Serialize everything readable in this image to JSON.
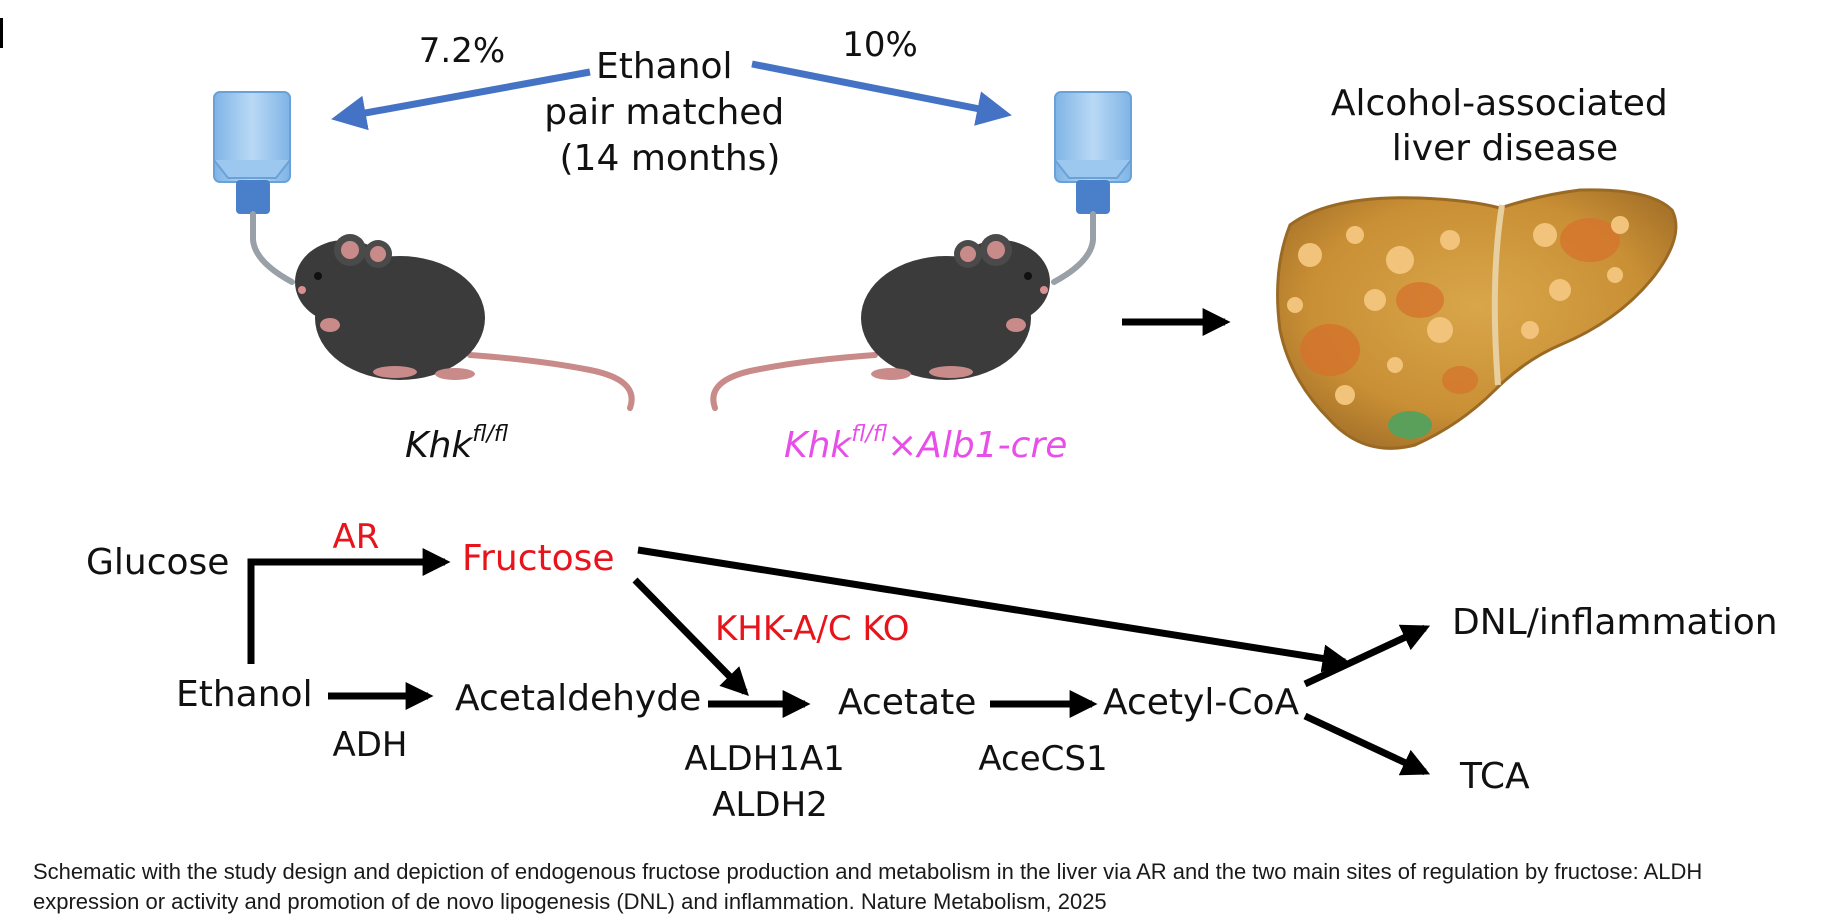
{
  "study_design": {
    "ethanol_line1": "Ethanol",
    "ethanol_line2": "pair matched",
    "ethanol_line3": "(14 months)",
    "left_dose": "7.2%",
    "right_dose": "10%",
    "control_genotype": {
      "base": "Khk",
      "sup": "fl/fl"
    },
    "knockout_genotype": {
      "base": "Khk",
      "sup": "fl/fl",
      "suffix": "×Alb1-cre"
    },
    "outcome_line1": "Alcohol-associated",
    "outcome_line2": "liver disease"
  },
  "pathway": {
    "glucose": "Glucose",
    "ar": "AR",
    "fructose": "Fructose",
    "khk_ko": "KHK-A/C KO",
    "ethanol": "Ethanol",
    "adh": "ADH",
    "acetaldehyde": "Acetaldehyde",
    "aldh1a1": "ALDH1A1",
    "aldh2": "ALDH2",
    "acetate": "Acetate",
    "acecs1": "AceCS1",
    "acetyl_coa": "Acetyl-CoA",
    "dnl": "DNL/inflammation",
    "tca": "TCA"
  },
  "caption": {
    "line1": "Schematic with the study design and depiction of endogenous fructose production and metabolism in the liver via AR and the two main sites of regulation by fructose: ALDH",
    "line2": "expression or activity and promotion of de novo lipogenesis (DNL) and inflammation. Nature Metabolism, 2025"
  },
  "colors": {
    "highlight_red": "#e8141c",
    "knockout_magenta": "#e84ee8",
    "arrow_blue": "#4472c4",
    "text": "#111111"
  }
}
